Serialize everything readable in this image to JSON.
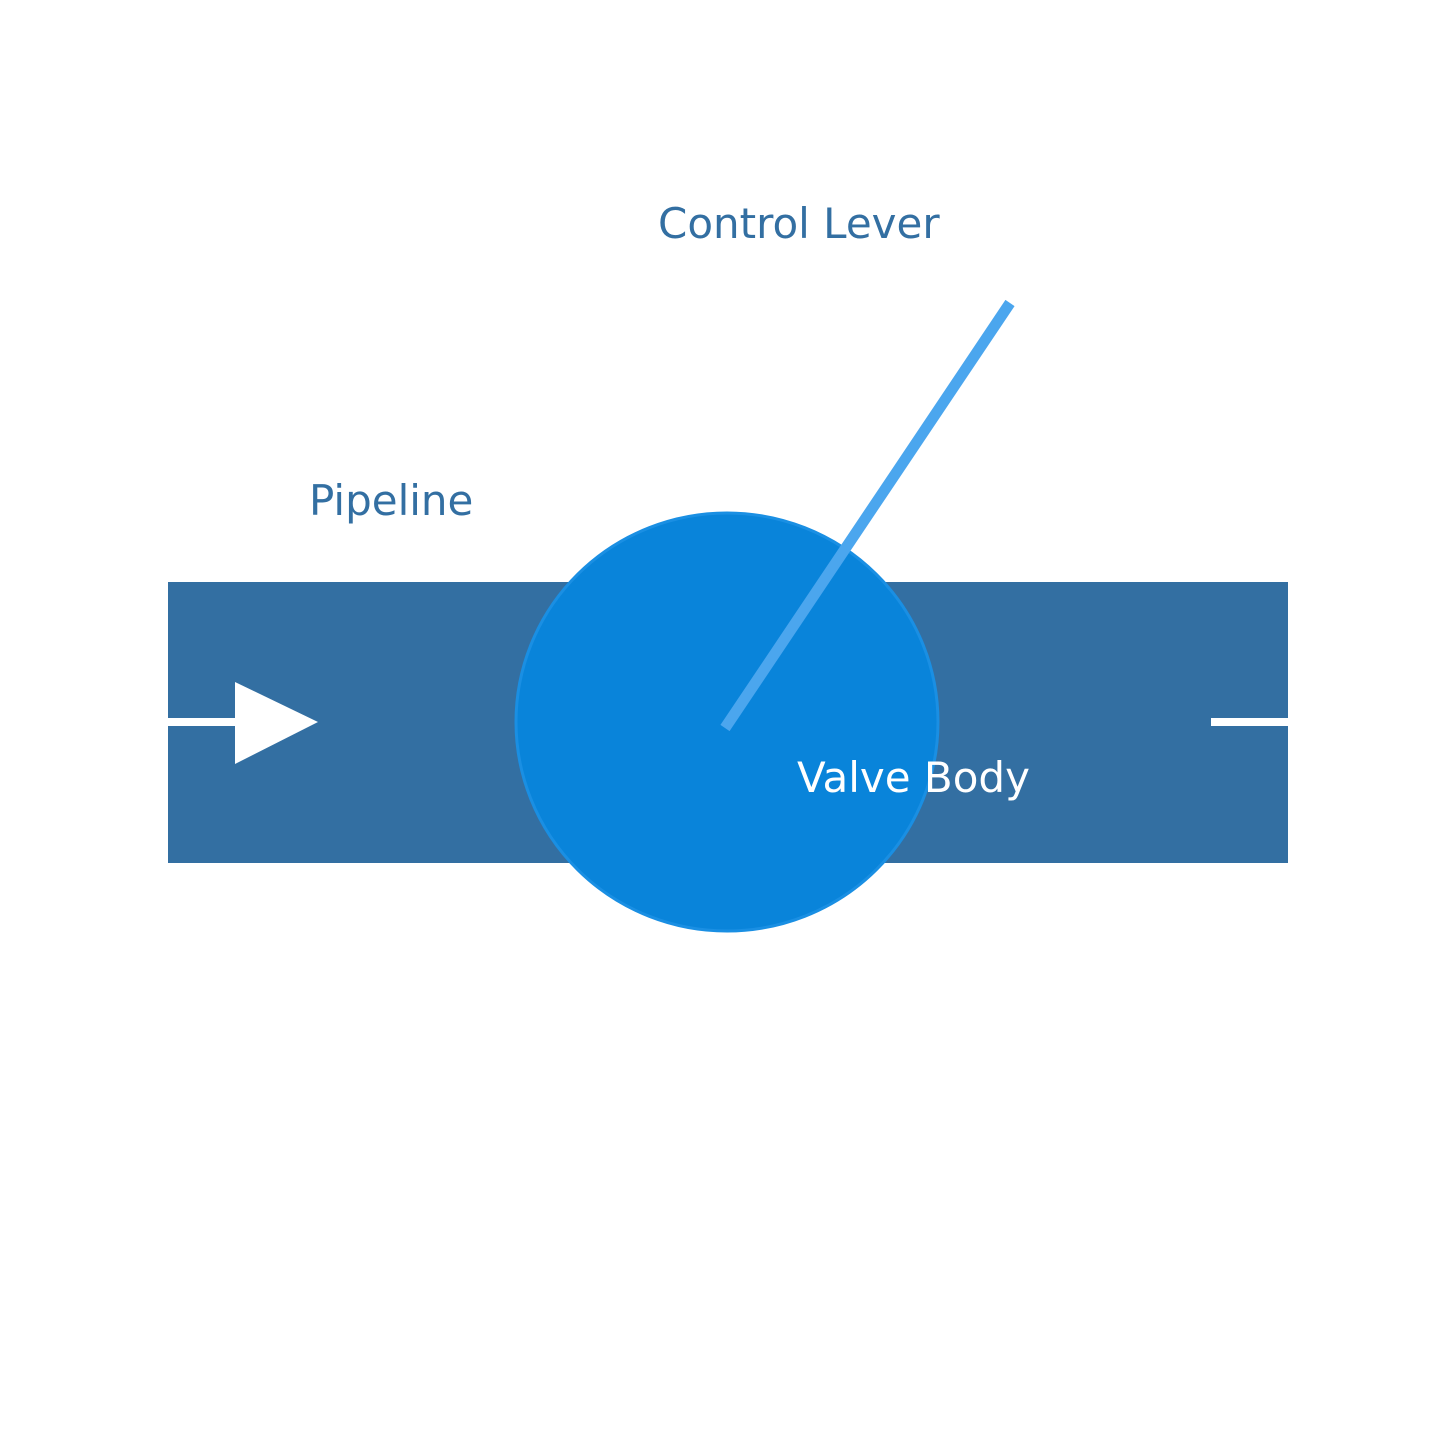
{
  "labels": {
    "control_lever": "Control Lever",
    "pipeline": "Pipeline",
    "valve_body": "Valve Body"
  },
  "colors": {
    "pipeline": "#336fa2",
    "valve_body": "#0984da",
    "valve_body_edge": "#1a8fe3",
    "lever": "#4ba6ee",
    "label_dark": "#336fa2",
    "label_light": "#ffffff",
    "flow_arrow": "#ffffff",
    "background": "#ffffff"
  }
}
